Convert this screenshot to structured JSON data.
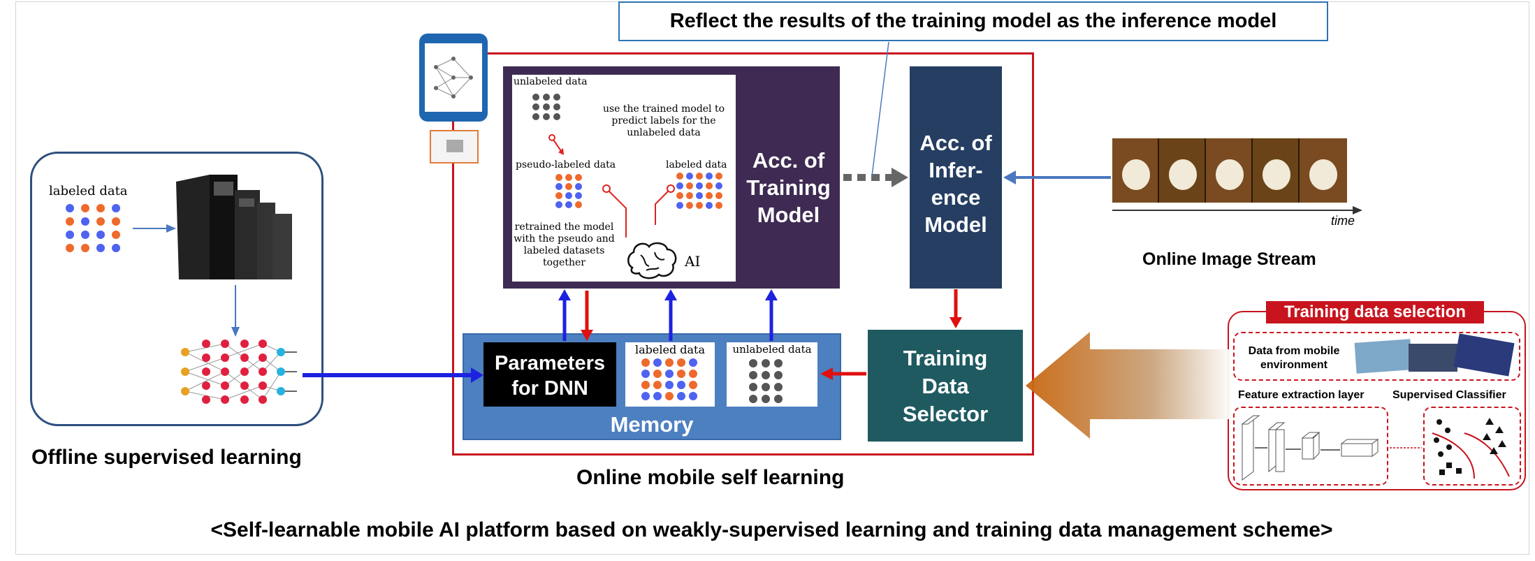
{
  "banner": "Reflect the results of the training model as the inference model",
  "offline": {
    "labeled_data": "labeled data",
    "caption": "Offline supervised learning"
  },
  "online": {
    "caption": "Online mobile self learning",
    "acc_training": "Acc. of Training Model",
    "acc_inference_lines": [
      "Acc. of",
      "Infer-",
      "ence",
      "Model"
    ],
    "inner": {
      "unlabeled": "unlabeled data",
      "use_trained": "use the trained model to predict labels for the unlabeled data",
      "pseudo": "pseudo-labeled data",
      "labeled": "labeled data",
      "retrained": "retrained the model with the pseudo and labeled datasets together",
      "ai": "AI"
    },
    "memory": {
      "label": "Memory",
      "params_lines": [
        "Parameters",
        "for DNN"
      ],
      "labeled": "labeled data",
      "unlabeled": "unlabeled data"
    },
    "selector_lines": [
      "Training",
      "Data",
      "Selector"
    ]
  },
  "stream": {
    "caption": "Online Image Stream",
    "time_label": "time"
  },
  "selection": {
    "title": "Training data selection",
    "mobile_env": "Data from mobile environment",
    "feature_layer": "Feature extraction layer",
    "classifier": "Supervised Classifier"
  },
  "footer": "<Self-learnable mobile AI platform based on weakly-supervised learning and training data management scheme>",
  "colors": {
    "red": "#c8141e",
    "blue": "#1d21e0",
    "dark_purple": "#3e2a52",
    "dark_navy": "#253e62",
    "teal": "#1f5a61",
    "memory_blue": "#4d80c0"
  }
}
